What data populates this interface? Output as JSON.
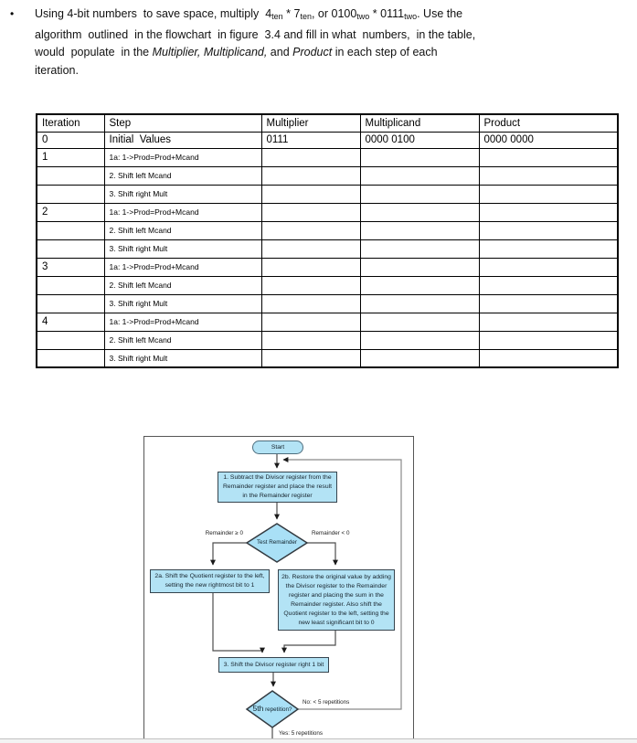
{
  "intro": {
    "bullet": "•",
    "parts": [
      {
        "text": "Using 4-bit numbers  to save space, multiply  4"
      },
      {
        "text": "ten"
      },
      {
        "text": " * 7"
      },
      {
        "text": "ten"
      },
      {
        "text": ", or 0100"
      },
      {
        "text": "two"
      },
      {
        "text": " * 0111"
      },
      {
        "text": "two"
      },
      {
        "text": ". Use the"
      },
      {
        "text": "algorithm  outlined  in the flowchart  in figure  3.4 and fill in what  numbers,  in the table,"
      },
      {
        "text": "would  populate  in the "
      },
      {
        "text": "Multiplier, Multiplicand,"
      },
      {
        "text": " and "
      },
      {
        "text": "Product"
      },
      {
        "text": " in each step of each"
      },
      {
        "text": "iteration."
      }
    ]
  },
  "table": {
    "headers": [
      "Iteration",
      "Step",
      "Multiplier",
      "Multiplicand",
      "Product"
    ],
    "rows": [
      {
        "iteration": "0",
        "step": "Initial  Values",
        "multiplier": "0111",
        "multiplicand": "0000 0100",
        "product": "0000 0000"
      },
      {
        "iteration": "1",
        "step": "1a: 1->Prod=Prod+Mcand",
        "multiplier": "",
        "multiplicand": "",
        "product": ""
      },
      {
        "iteration": "",
        "step": "2. Shift left Mcand",
        "multiplier": "",
        "multiplicand": "",
        "product": ""
      },
      {
        "iteration": "",
        "step": "3. Shift right Mult",
        "multiplier": "",
        "multiplicand": "",
        "product": ""
      },
      {
        "iteration": "2",
        "step": "1a: 1->Prod=Prod+Mcand",
        "multiplier": "",
        "multiplicand": "",
        "product": ""
      },
      {
        "iteration": "",
        "step": "2. Shift left Mcand",
        "multiplier": "",
        "multiplicand": "",
        "product": ""
      },
      {
        "iteration": "",
        "step": "3. Shift right Mult",
        "multiplier": "",
        "multiplicand": "",
        "product": ""
      },
      {
        "iteration": "3",
        "step": "1a: 1->Prod=Prod+Mcand",
        "multiplier": "",
        "multiplicand": "",
        "product": ""
      },
      {
        "iteration": "",
        "step": "2. Shift left Mcand",
        "multiplier": "",
        "multiplicand": "",
        "product": ""
      },
      {
        "iteration": "",
        "step": "3. Shift right Mult",
        "multiplier": "",
        "multiplicand": "",
        "product": ""
      },
      {
        "iteration": "4",
        "step": "1a: 1->Prod=Prod+Mcand",
        "multiplier": "",
        "multiplicand": "",
        "product": ""
      },
      {
        "iteration": "",
        "step": "2. Shift left Mcand",
        "multiplier": "",
        "multiplicand": "",
        "product": ""
      },
      {
        "iteration": "",
        "step": "3. Shift right Mult",
        "multiplier": "",
        "multiplicand": "",
        "product": ""
      }
    ]
  },
  "flowchart": {
    "start_label": "Start",
    "box1": "1.  Subtract the Divisor register from the Remainder register and place the result in the Remainder register",
    "decision1": "Test Remainder",
    "remainder_ge_label": "Remainder ≥ 0",
    "remainder_lt_label": "Remainder < 0",
    "box2a": "2a.  Shift the Quotient register to the left, setting the new rightmost bit to 1",
    "box2b": "2b.  Restore the original value by adding the Divisor register to the Remainder register and placing the sum in the Remainder register. Also shift the Quotient register to the left, setting the new least significant bit to 0",
    "box3": "3.  Shift the Divisor register right 1 bit",
    "decision2_big": "5th",
    "decision2_small": " repetition?",
    "no_label": "No: < 5 repetitions",
    "yes_label": "Yes: 5 repetitions"
  },
  "colors": {
    "node_fill": "#b3e3f5",
    "node_border": "#36444e",
    "diamond_fill": "#a9e0f6",
    "connector": "#4d4d4d",
    "loop_connector": "#8a8a8a"
  }
}
